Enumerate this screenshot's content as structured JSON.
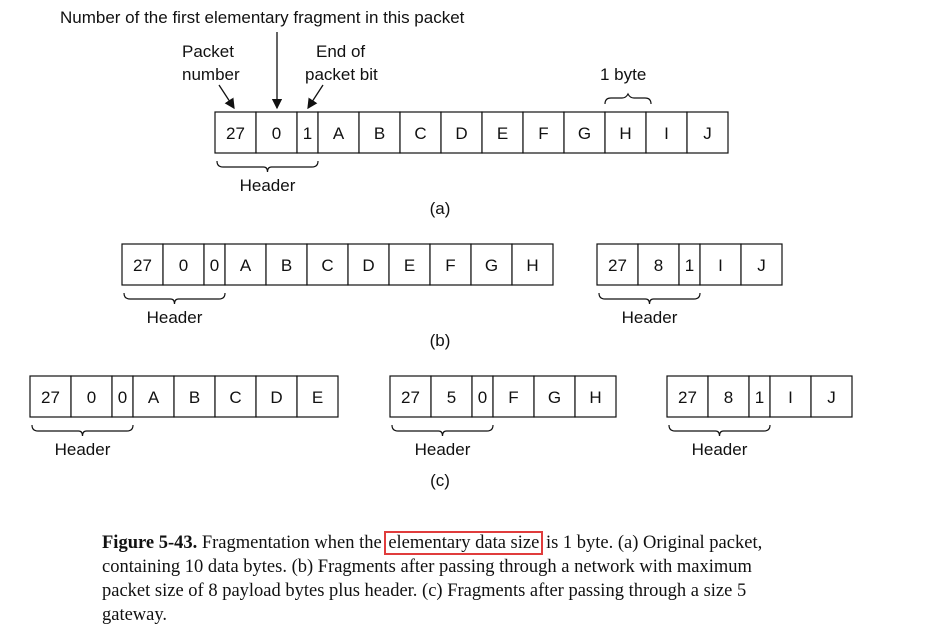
{
  "annotations": {
    "first_fragment": "Number of the first elementary fragment in this packet",
    "packet_number": [
      "Packet",
      "number"
    ],
    "end_bit": [
      "End of",
      "packet bit"
    ],
    "one_byte": "1 byte",
    "header": "Header"
  },
  "parts": [
    {
      "label": "(a)",
      "packets": [
        {
          "fields": [
            "27",
            "0",
            "1",
            "A",
            "B",
            "C",
            "D",
            "E",
            "F",
            "G",
            "H",
            "I",
            "J"
          ]
        }
      ]
    },
    {
      "label": "(b)",
      "packets": [
        {
          "fields": [
            "27",
            "0",
            "0",
            "A",
            "B",
            "C",
            "D",
            "E",
            "F",
            "G",
            "H"
          ]
        },
        {
          "fields": [
            "27",
            "8",
            "1",
            "I",
            "J"
          ]
        }
      ]
    },
    {
      "label": "(c)",
      "packets": [
        {
          "fields": [
            "27",
            "0",
            "0",
            "A",
            "B",
            "C",
            "D",
            "E"
          ]
        },
        {
          "fields": [
            "27",
            "5",
            "0",
            "F",
            "G",
            "H"
          ]
        },
        {
          "fields": [
            "27",
            "8",
            "1",
            "I",
            "J"
          ]
        }
      ]
    }
  ],
  "caption": {
    "figure": "Figure 5-43.",
    "before": " Fragmentation when the ",
    "highlight": "elementary data size",
    "after": " is 1 byte.  (a) Original packet, containing 10 data bytes.  (b) Fragments after passing through a network with maximum packet size of 8 payload bytes plus header.  (c) Fragments after passing through a size 5 gateway.",
    "highlight_color": "#e03c3c"
  }
}
